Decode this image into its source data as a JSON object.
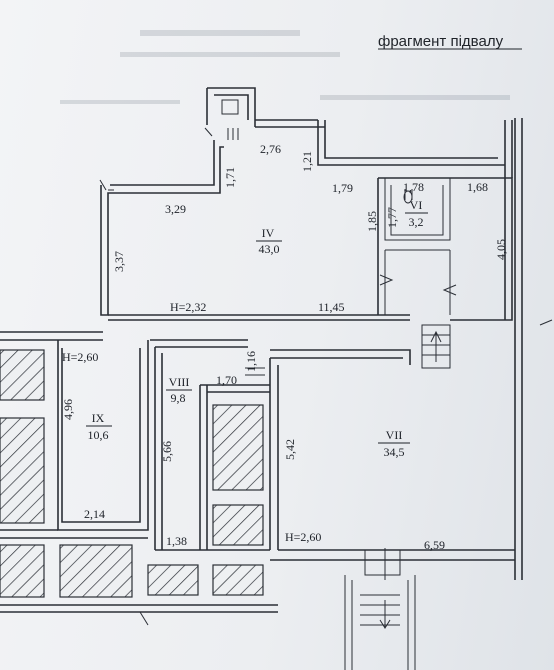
{
  "title": "фрагмент підвалу",
  "rooms": {
    "IV": {
      "number": "IV",
      "area": "43,0"
    },
    "VI": {
      "number": "VI",
      "area": "3,2"
    },
    "VII": {
      "number": "VII",
      "area": "34,5"
    },
    "VIII": {
      "number": "VIII",
      "area": "9,8"
    },
    "IX": {
      "number": "IX",
      "area": "10,6"
    }
  },
  "heights": {
    "h1": "H=2,32",
    "h2": "H=2,60",
    "h3": "H=2,60"
  },
  "dims": {
    "d276": "2,76",
    "d171": "1,71",
    "d121": "1,21",
    "d179": "1,79",
    "d178": "1,78",
    "d168": "1,68",
    "d329": "3,29",
    "d337": "3,37",
    "d185": "1,85",
    "d177": "1,77",
    "d405": "4,05",
    "d1145": "11,45",
    "d116": "1,16",
    "d170": "1,70",
    "d496": "4,96",
    "d566": "5,66",
    "d542": "5,42",
    "d214": "2,14",
    "d138": "1,38",
    "d659": "6,59"
  }
}
